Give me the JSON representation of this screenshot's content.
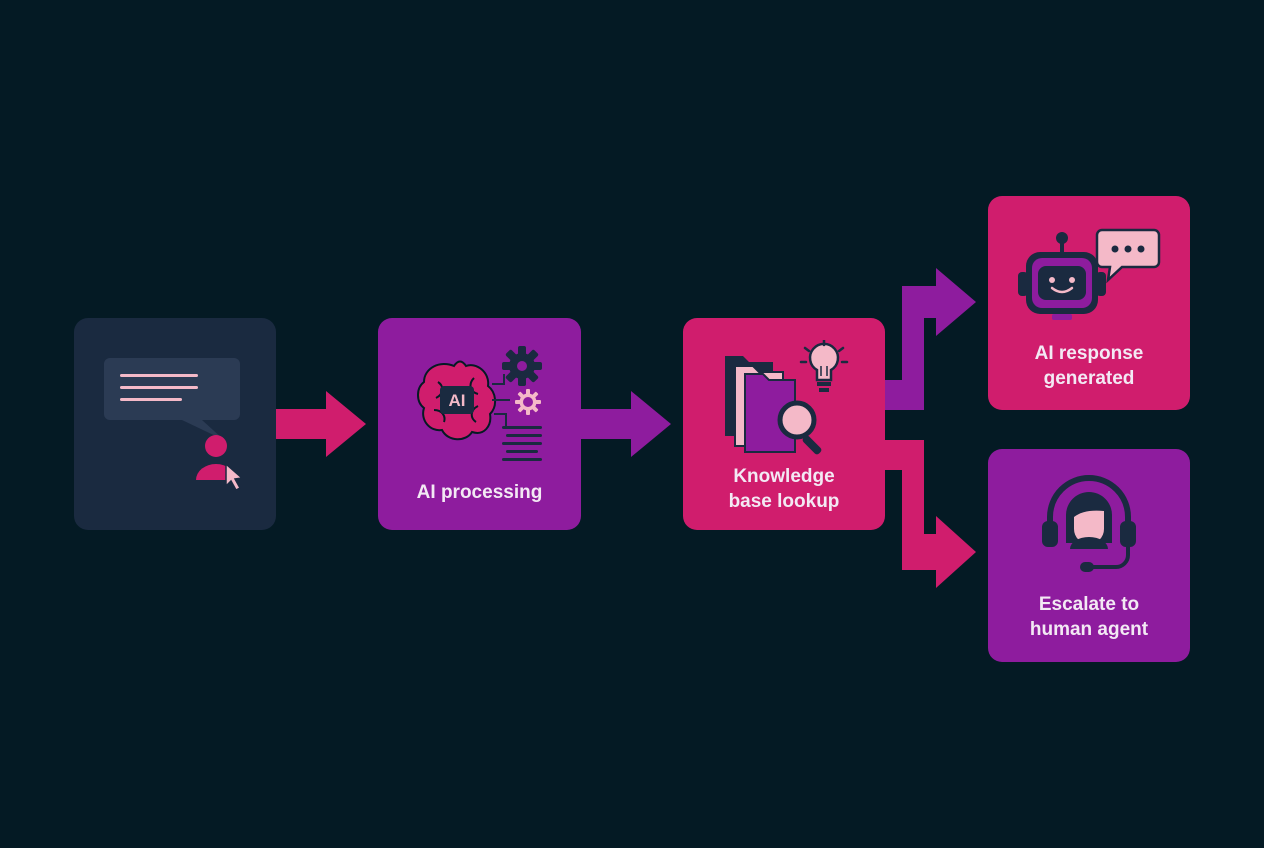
{
  "colors": {
    "background": "#041a24",
    "input_box": "#1a2a40",
    "purple": "#8e1c9e",
    "magenta": "#d01d6d",
    "light_pink": "#f4b9c8"
  },
  "steps": {
    "input": {
      "icon": "chat-user-cursor-icon"
    },
    "processing": {
      "icon": "brain-gears-icon",
      "badge": "AI",
      "label": "AI processing"
    },
    "lookup": {
      "icon": "folders-magnifier-lightbulb-icon",
      "line1": "Knowledge",
      "line2": "base lookup"
    },
    "response": {
      "icon": "robot-chat-icon",
      "line1": "AI response",
      "line2": "generated"
    },
    "escalate": {
      "icon": "headset-agent-icon",
      "line1": "Escalate to",
      "line2": "human agent"
    }
  }
}
